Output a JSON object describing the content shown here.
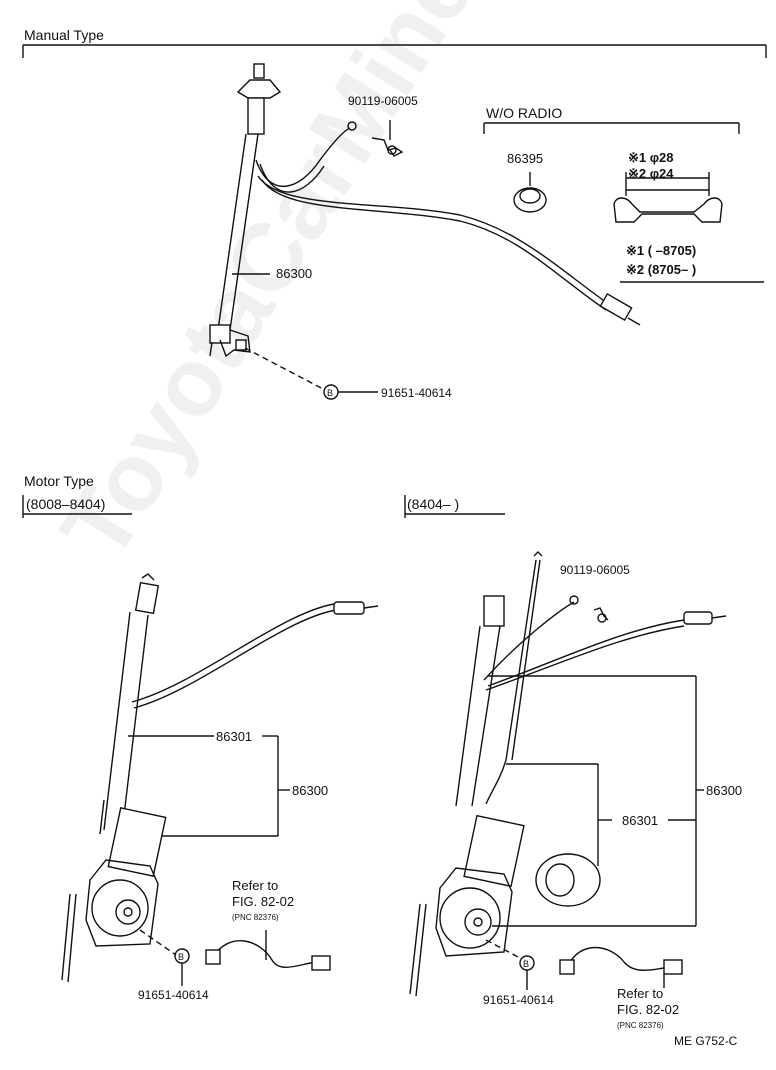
{
  "watermark": "ToyotaCarMine.ru",
  "manual": {
    "title": "Manual Type",
    "part_86300": "86300",
    "part_bolt": "90119-06005",
    "part_clip": "91651-40614",
    "clip_marker": "B"
  },
  "wo_radio": {
    "title": "W/O RADIO",
    "part_86395": "86395",
    "note1_dia": "※1 φ28",
    "note2_dia": "※2 φ24",
    "note1_range": "※1 (       –8705)",
    "note2_range": "※2 (8705–        )"
  },
  "motor": {
    "title": "Motor Type",
    "left_range": "(8008–8404)",
    "right_range": "(8404–        )",
    "left": {
      "part_86301": "86301",
      "part_86300": "86300",
      "refer_line1": "Refer to",
      "refer_line2": "FIG. 82-02",
      "refer_line3": "(PNC 82376)",
      "part_clip": "91651-40614",
      "clip_marker": "B"
    },
    "right": {
      "part_bolt": "90119-06005",
      "part_86300": "86300",
      "part_86301": "86301",
      "refer_line1": "Refer to",
      "refer_line2": "FIG. 82-02",
      "refer_line3": "(PNC 82376)",
      "part_clip": "91651-40614",
      "clip_marker": "B"
    }
  },
  "figure_code": "ME  G752-C"
}
